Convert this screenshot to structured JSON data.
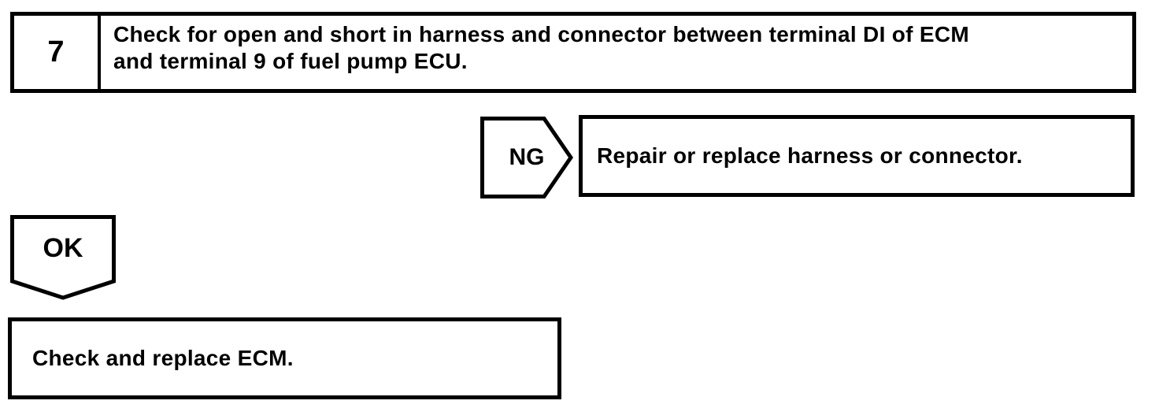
{
  "colors": {
    "ink": "#000000",
    "paper": "#ffffff"
  },
  "step": {
    "number": "7",
    "instruction": "Check for open and short in harness and connector between terminal DI of ECM and terminal 9 of fuel pump ECU.",
    "instruction_lines": [
      "Check for open and short in harness and connector between terminal DI of ECM",
      "and terminal 9 of fuel pump ECU."
    ]
  },
  "ng_branch": {
    "label": "NG",
    "action": "Repair or replace harness or connector."
  },
  "ok_branch": {
    "label": "OK",
    "action": "Check and replace ECM."
  }
}
